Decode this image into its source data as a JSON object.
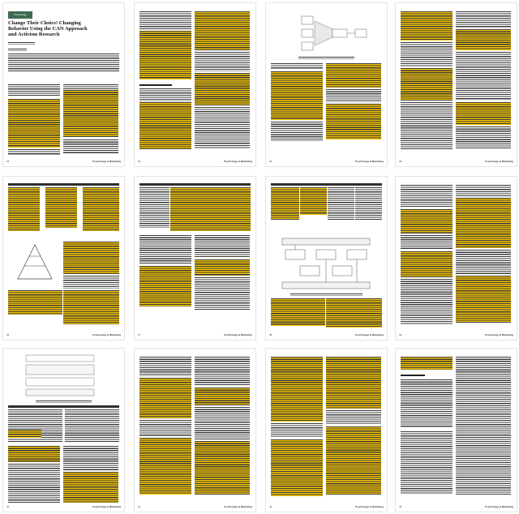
{
  "document": {
    "title_line1": "Change Their Choice! Changing",
    "title_line2": "Behavior Using the CAN Approach",
    "title_line3": "and Activism Research",
    "journal_logo_text": "Psychology",
    "footer_journal": "Psychology & Marketing",
    "page_numbers": [
      "32",
      "33",
      "34",
      "35",
      "36",
      "37",
      "38",
      "39",
      "40",
      "41",
      "42",
      "43"
    ],
    "highlight_color": "#f4c300"
  }
}
